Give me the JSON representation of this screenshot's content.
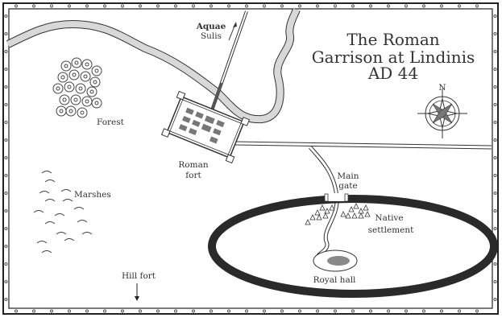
{
  "title": {
    "line1": "The Roman",
    "line2": "Garrison at Lindinis",
    "line3": "AD 44"
  },
  "compass": {
    "north_label": "N"
  },
  "labels": {
    "aquae_line1": "Aquae",
    "aquae_line2": "Sulis",
    "forest": "Forest",
    "roman_fort_line1": "Roman",
    "roman_fort_line2": "fort",
    "marshes": "Marshes",
    "main_gate_line1": "Main",
    "main_gate_line2": "gate",
    "native_line1": "Native",
    "native_line2": "settlement",
    "royal_hall": "Royal hall",
    "hill_fort": "Hill fort"
  },
  "colors": {
    "ink": "#222222",
    "river": "#d8d8d8",
    "hall": "#888888"
  }
}
